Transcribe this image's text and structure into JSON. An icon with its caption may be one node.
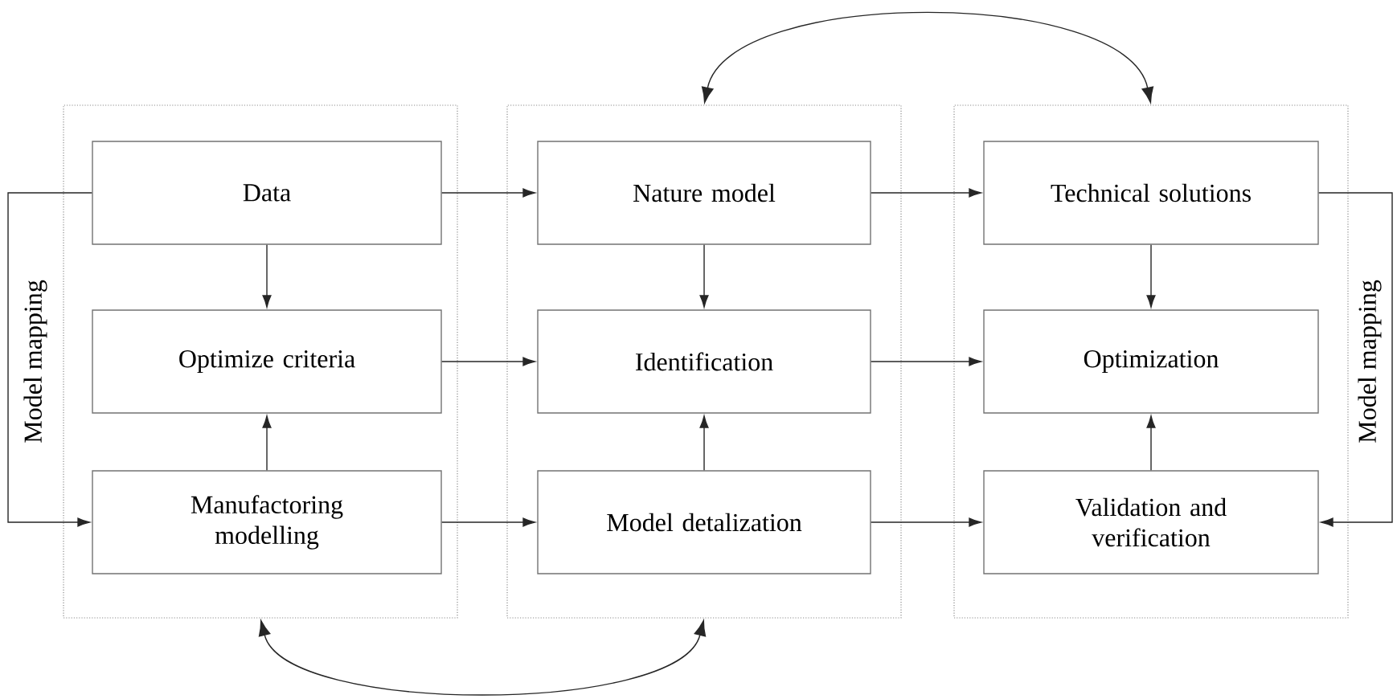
{
  "diagram": {
    "nodes": [
      {
        "text": [],
        "shape": "box"
      },
      {
        "text": [
          "Data"
        ],
        "in": 0
      },
      {
        "text": [
          "Optimize criteria"
        ],
        "in": 0
      },
      {
        "text": [
          "Manufactoring modelling"
        ],
        "in": 0
      },
      {
        "text": [],
        "shape": "box"
      },
      {
        "text": [
          "Nature model"
        ],
        "in": 4
      },
      {
        "text": [
          "Identification"
        ],
        "in": 4
      },
      {
        "text": [
          "Model detalization"
        ],
        "in": 4
      },
      {
        "text": [],
        "shape": "box"
      },
      {
        "text": [
          "Technical solutions"
        ],
        "in": 8
      },
      {
        "text": [
          "Optimization"
        ],
        "in": 8
      },
      {
        "text": [
          "Validation and verification"
        ],
        "in": 8
      }
    ],
    "edges": [
      {
        "from": 1,
        "to": 2,
        "arrow": "to"
      },
      {
        "from": 3,
        "to": 2,
        "arrow": "to"
      },
      {
        "from": 1,
        "to": 5,
        "arrow": "to"
      },
      {
        "from": 2,
        "to": 6,
        "arrow": "to"
      },
      {
        "from": 3,
        "to": 7,
        "arrow": "to"
      },
      {
        "from": 5,
        "to": 6,
        "arrow": "to"
      },
      {
        "from": 7,
        "to": 6,
        "arrow": "to"
      },
      {
        "from": 5,
        "to": 9,
        "arrow": "to"
      },
      {
        "from": 6,
        "to": 10,
        "arrow": "to"
      },
      {
        "from": 7,
        "to": 11,
        "arrow": "to"
      },
      {
        "from": 9,
        "to": 10,
        "arrow": "to"
      },
      {
        "from": 11,
        "to": 10,
        "arrow": "to"
      },
      {
        "from": 1,
        "to": 3,
        "arrow": "to",
        "label": "Model mapping"
      },
      {
        "from": 9,
        "to": 11,
        "arrow": "to",
        "label": "Model mapping"
      },
      {
        "from": 4,
        "to": 8,
        "arrow": "both"
      },
      {
        "from": 0,
        "to": 4,
        "arrow": "both"
      }
    ]
  }
}
